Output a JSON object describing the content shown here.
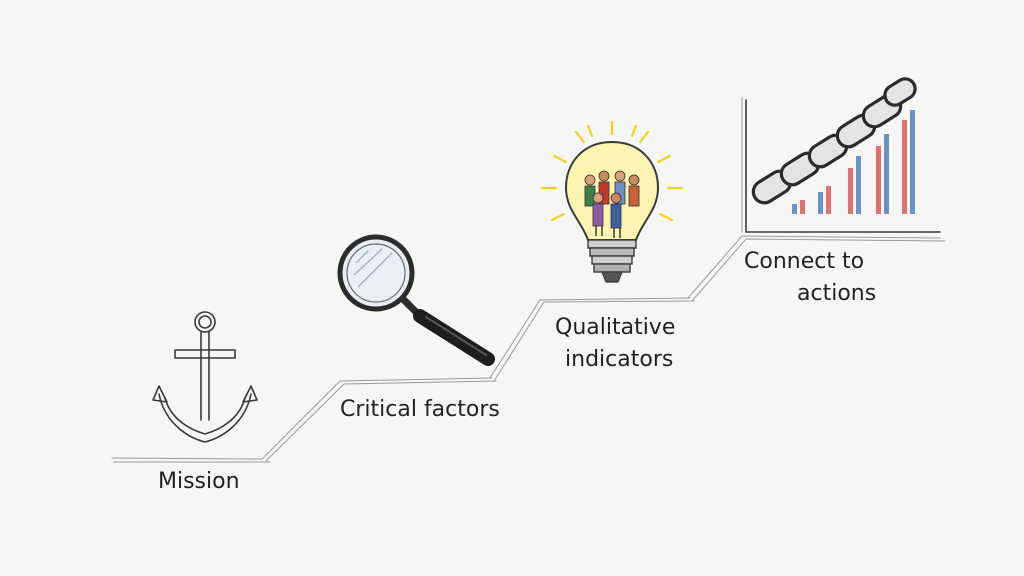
{
  "steps": [
    {
      "label": "Mission",
      "icon": "anchor-icon"
    },
    {
      "label": "Critical factors",
      "icon": "magnifying-glass-icon"
    },
    {
      "label_lines": [
        "Qualitative",
        "indicators"
      ],
      "icon": "lightbulb-people-icon"
    },
    {
      "label_lines": [
        "Connect to",
        "actions"
      ],
      "icon": "chain-bar-chart-icon"
    }
  ],
  "colors": {
    "background": "#f6f6f4",
    "pencil": "#3a3a3a",
    "bulb_glow": "#f5e23a",
    "bar_red": "#d9534f",
    "bar_blue": "#4a78b8"
  }
}
